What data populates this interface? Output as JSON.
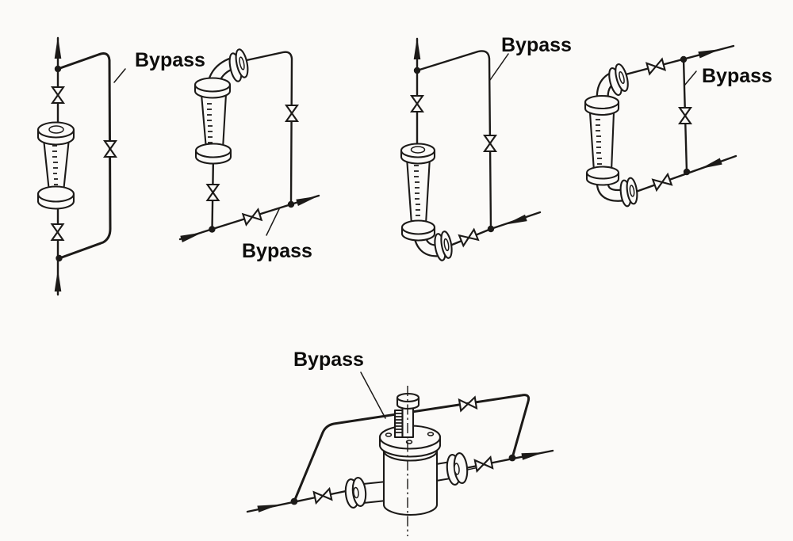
{
  "figure": {
    "paper": "#fbfaf8",
    "ink": "#1c1a18",
    "label_color": "#0d0c0b"
  },
  "diagrams": [
    {
      "name": "rotameter-vertical-inline",
      "label": "Bypass"
    },
    {
      "name": "rotameter-top-elbow",
      "label": "Bypass"
    },
    {
      "name": "rotameter-bottom-elbow",
      "label": "Bypass"
    },
    {
      "name": "rotameter-top-and-bottom-elbows",
      "label": "Bypass"
    },
    {
      "name": "meter-horizontal-run",
      "label": "Bypass"
    }
  ]
}
